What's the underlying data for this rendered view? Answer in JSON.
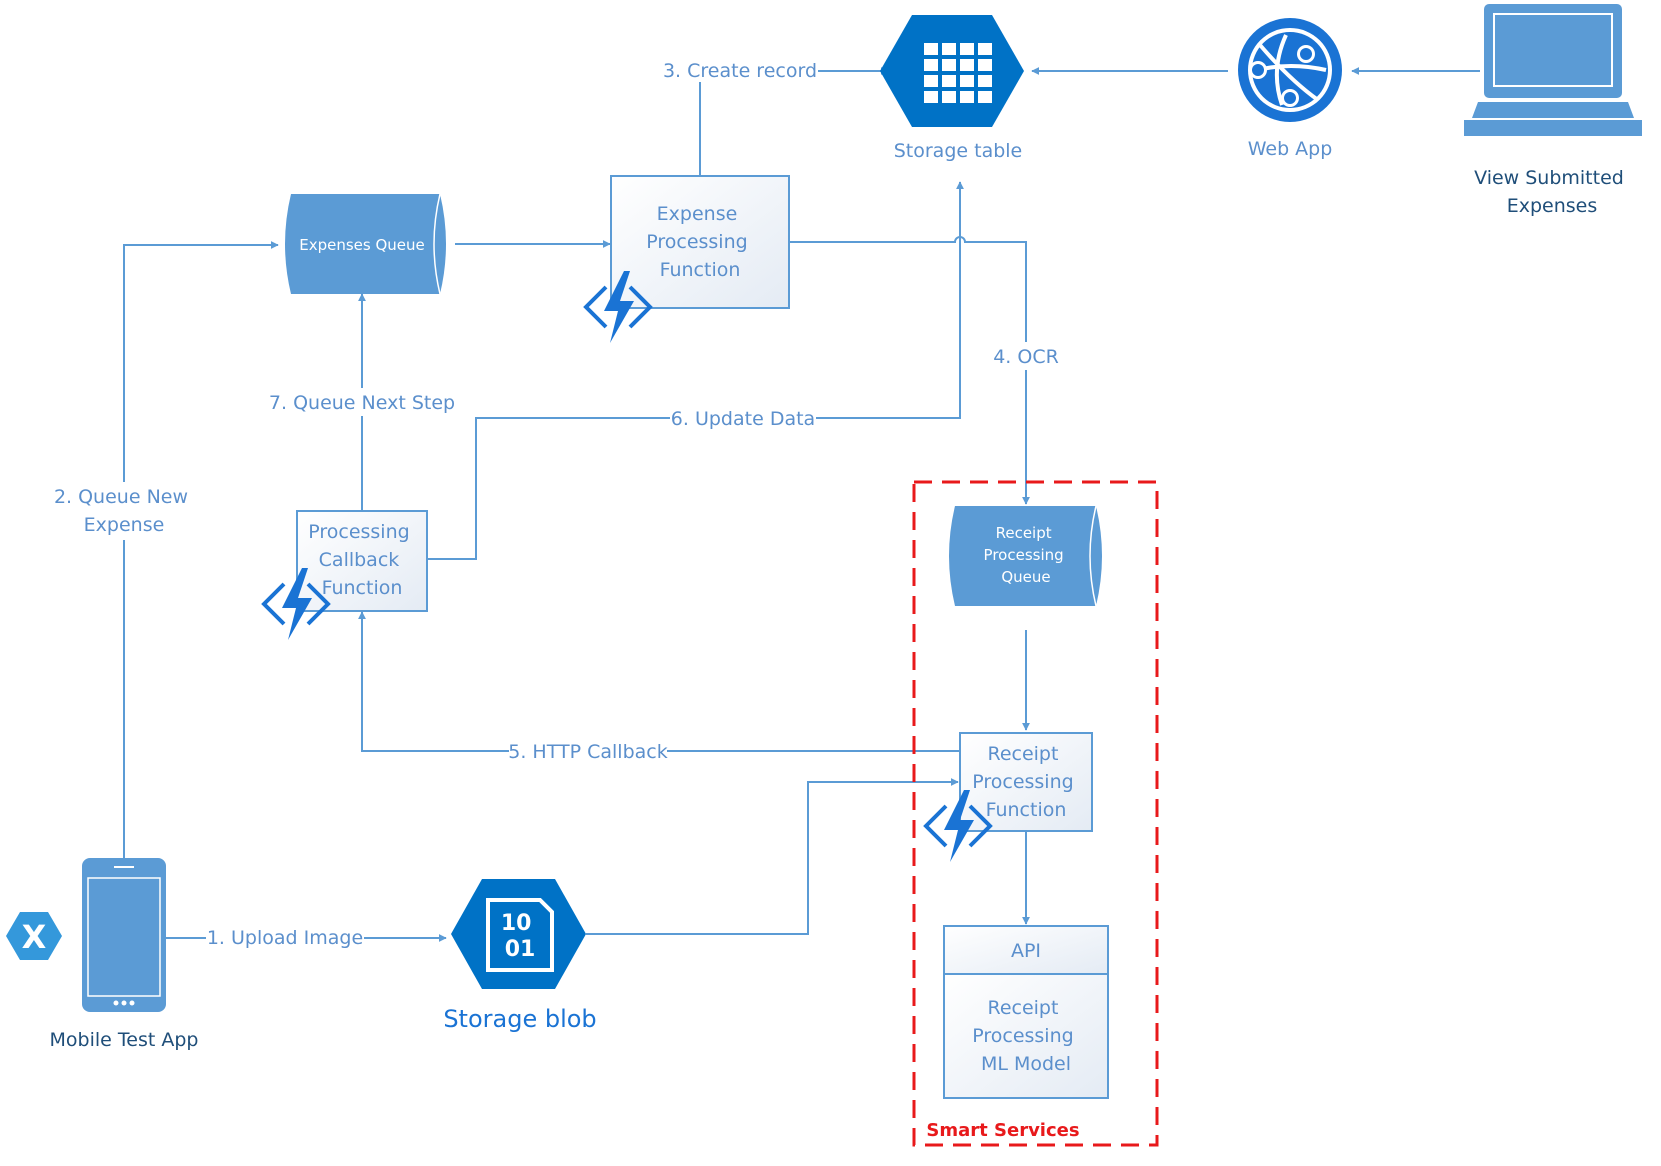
{
  "nodes": {
    "storage_table": "Storage table",
    "web_app": "Web App",
    "view_submitted": [
      "View Submitted",
      "Expenses"
    ],
    "expenses_queue": "Expenses Queue",
    "expense_function": [
      "Expense",
      "Processing",
      "Function"
    ],
    "callback_function": [
      "Processing",
      "Callback",
      "Function"
    ],
    "receipt_queue": [
      "Receipt",
      "Processing",
      "Queue"
    ],
    "receipt_function": [
      "Receipt",
      "Processing",
      "Function"
    ],
    "api": "API",
    "ml_model": [
      "Receipt",
      "Processing",
      "ML Model"
    ],
    "mobile_app": "Mobile Test App",
    "storage_blob": "Storage blob",
    "blob_glyph": [
      "10",
      "01"
    ],
    "xamarin_glyph": "X",
    "smart_services": "Smart Services"
  },
  "edges": {
    "e1": "1. Upload Image",
    "e2": [
      "2. Queue New",
      "Expense"
    ],
    "e3": "3. Create record",
    "e4": "4. OCR",
    "e5": "5. HTTP Callback",
    "e6": "6. Update Data",
    "e7": "7. Queue Next Step"
  },
  "colors": {
    "azure_blue": "#0072c6",
    "shape_blue": "#5b9bd5",
    "label_blue": "#5b8fcc",
    "smart_services_red": "#e8191b"
  }
}
